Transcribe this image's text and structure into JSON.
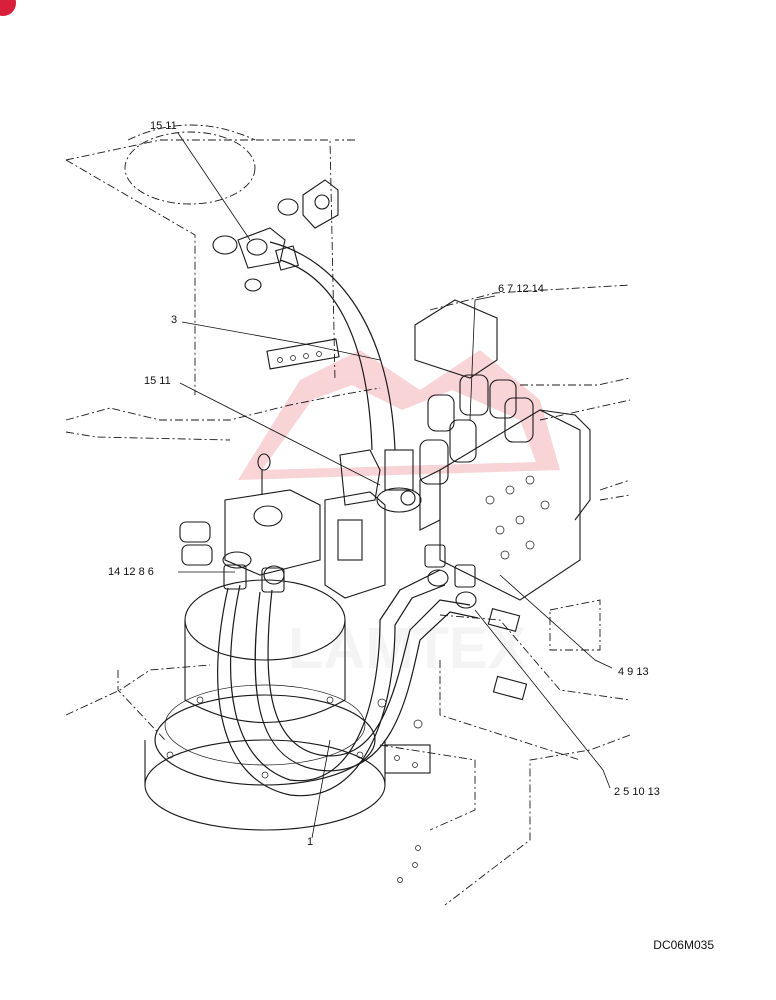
{
  "callouts": [
    {
      "id": "c1",
      "text": "15  11"
    },
    {
      "id": "c2",
      "text": "6  7  12  14"
    },
    {
      "id": "c3",
      "text": "3"
    },
    {
      "id": "c4",
      "text": "15  11"
    },
    {
      "id": "c5",
      "text": "14  12  8  6"
    },
    {
      "id": "c6",
      "text": "4  9  13"
    },
    {
      "id": "c7",
      "text": "2  5  10  13"
    },
    {
      "id": "c8",
      "text": "1"
    }
  ],
  "watermark": {
    "text": "LAMTEX",
    "color": "#e8424f"
  },
  "drawing_code": "DC06M035",
  "accent_colors": {
    "badge": "#d81f3c",
    "ink": "#1a1a1a"
  }
}
